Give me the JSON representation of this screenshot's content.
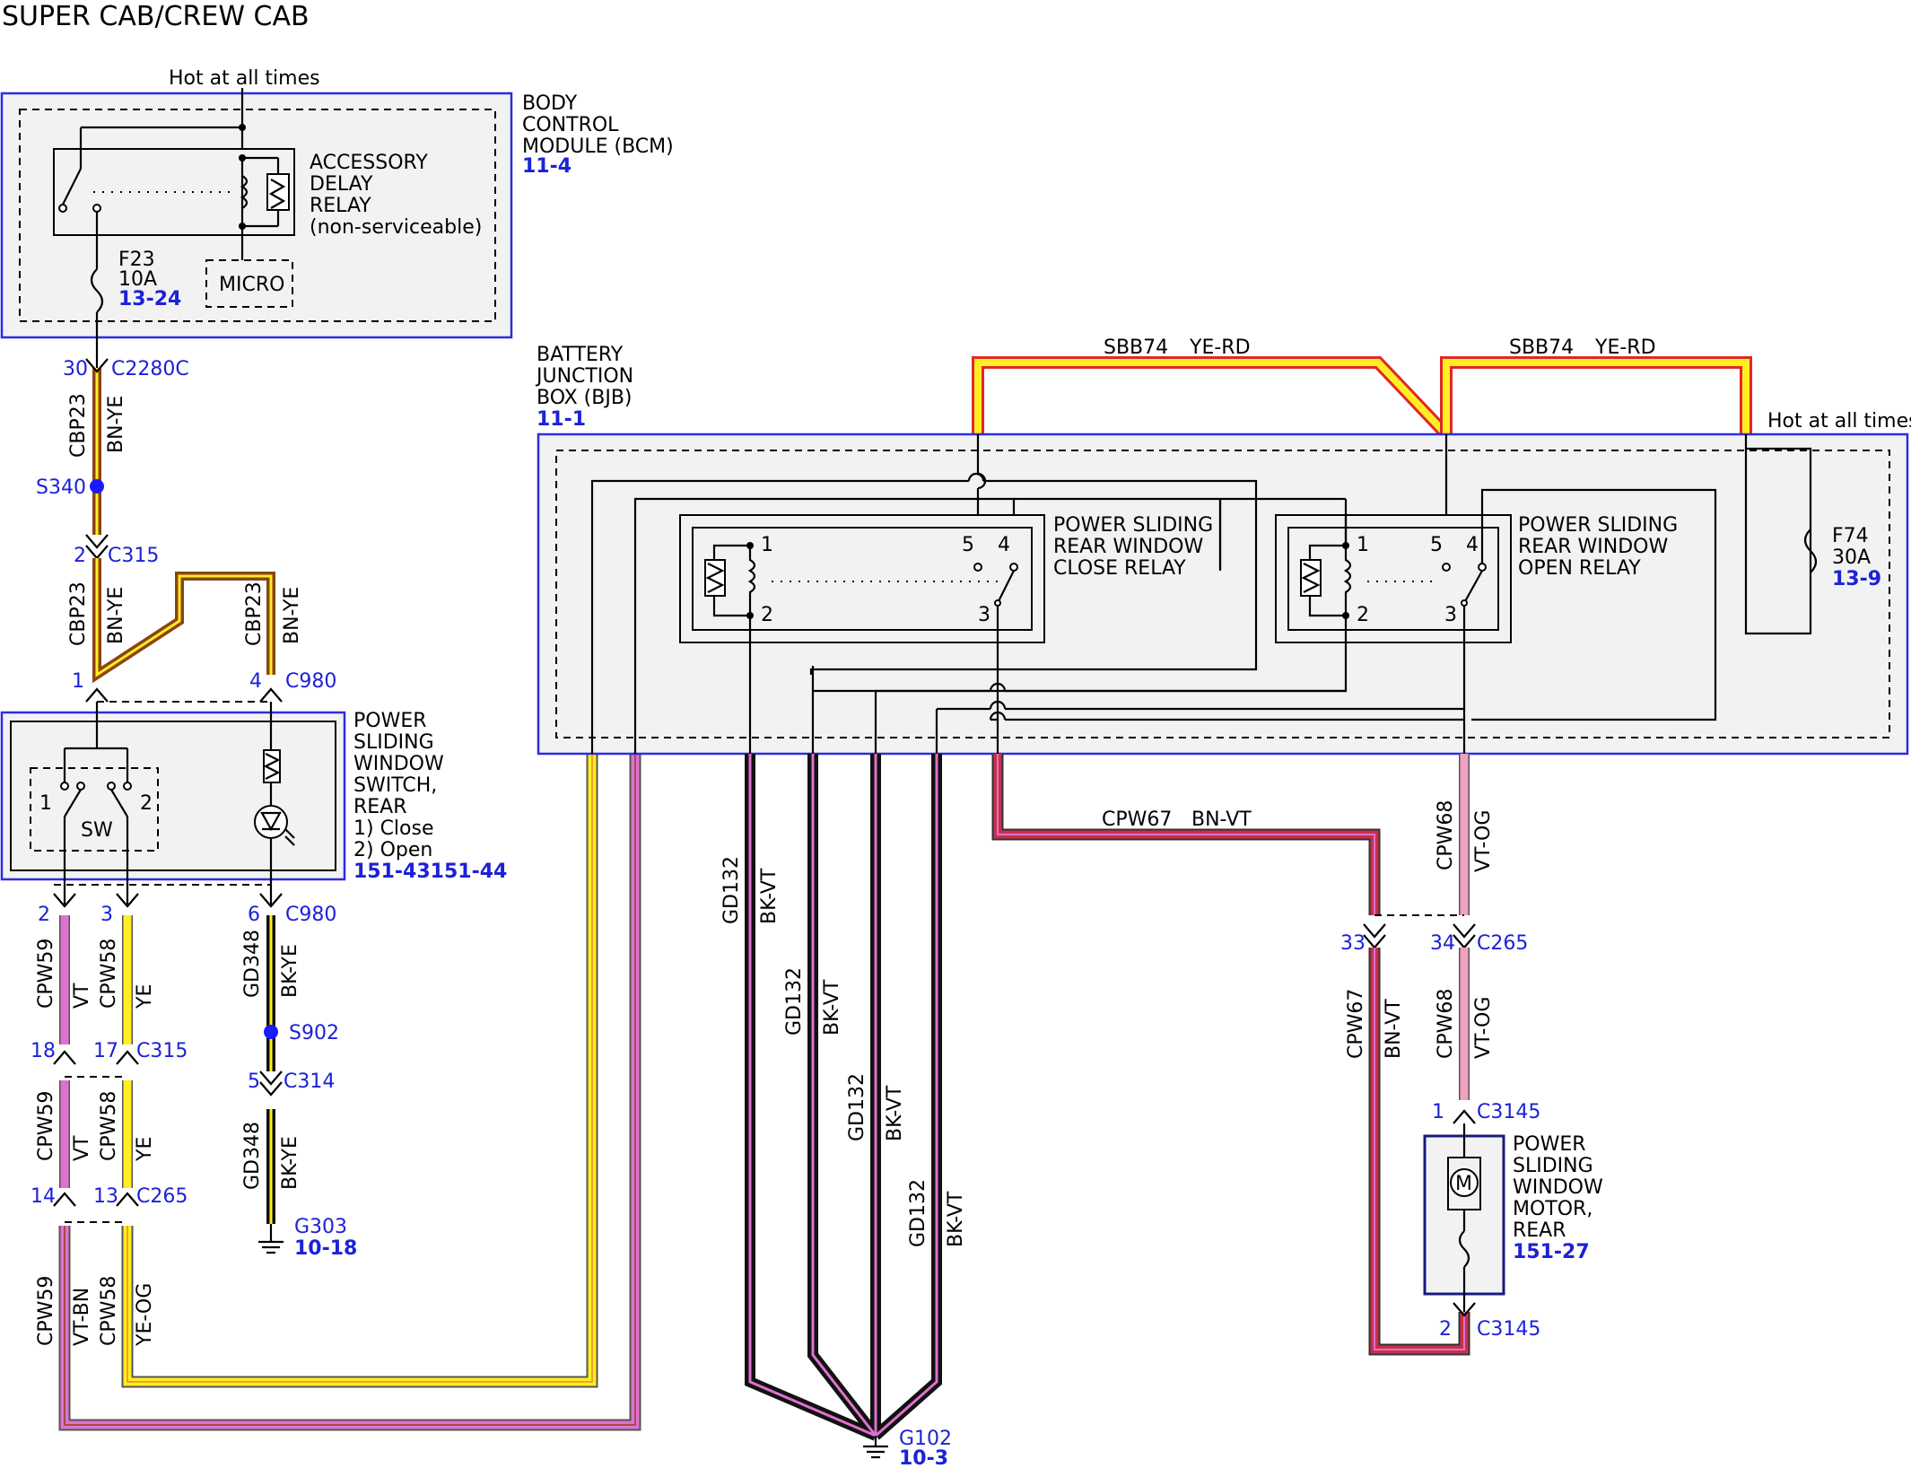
{
  "title": "SUPER CAB/CREW CAB",
  "hot_labels": {
    "bcm": "Hot at all times",
    "bjb": "Hot at all times"
  },
  "bcm": {
    "name_lines": [
      "BODY",
      "CONTROL",
      "MODULE (BCM)"
    ],
    "ref": "11-4",
    "relay_lines": [
      "ACCESSORY",
      "DELAY",
      "RELAY",
      "(non-serviceable)"
    ],
    "fuse": "F23",
    "fuse_rating": "10A",
    "fuse_ref": "13-24",
    "micro": "MICRO"
  },
  "bjb": {
    "name_lines": [
      "BATTERY",
      "JUNCTION",
      "BOX (BJB)"
    ],
    "ref": "11-1",
    "close_relay_lines": [
      "POWER SLIDING",
      "REAR WINDOW",
      "CLOSE RELAY"
    ],
    "open_relay_lines": [
      "POWER SLIDING",
      "REAR WINDOW",
      "OPEN RELAY"
    ],
    "relay_pins": [
      "1",
      "2",
      "3",
      "4",
      "5"
    ],
    "fuse": "F74",
    "fuse_rating": "30A",
    "fuse_ref": "13-9"
  },
  "switch": {
    "name_lines": [
      "POWER",
      "SLIDING",
      "WINDOW",
      "SWITCH,",
      "REAR",
      "1) Close",
      "2) Open"
    ],
    "ref": "151-43151-44",
    "sw_label": "SW",
    "pos1": "1",
    "pos2": "2"
  },
  "motor": {
    "name_lines": [
      "POWER",
      "SLIDING",
      "WINDOW",
      "MOTOR,",
      "REAR"
    ],
    "ref": "151-27",
    "symbol": "M"
  },
  "connectors": {
    "c2280c_pin": "30",
    "c2280c": "C2280C",
    "s340": "S340",
    "c315_top_pin": "2",
    "c315_top": "C315",
    "c980_pin1": "1",
    "c980_pin4": "4",
    "c980_a": "C980",
    "c980_pin2": "2",
    "c980_pin3": "3",
    "c980_pin6": "6",
    "c980_b": "C980",
    "c315_pin18": "18",
    "c315_pin17": "17",
    "c315_b": "C315",
    "s902": "S902",
    "c314_pin": "5",
    "c314": "C314",
    "c265_pin14": "14",
    "c265_pin13": "13",
    "c265_a": "C265",
    "g303": "G303",
    "g303_ref": "10-18",
    "g102": "G102",
    "g102_ref": "10-3",
    "c265_pin33": "33",
    "c265_pin34": "34",
    "c265_b": "C265",
    "c3145_pin1": "1",
    "c3145_a": "C3145",
    "c3145_pin2": "2",
    "c3145_b": "C3145"
  },
  "wires": {
    "cbp23": "CBP23",
    "bn_ye": "BN-YE",
    "sbb74": "SBB74",
    "ye_rd": "YE-RD",
    "cpw59": "CPW59",
    "vt": "VT",
    "cpw58": "CPW58",
    "ye": "YE",
    "gd348": "GD348",
    "bk_ye": "BK-YE",
    "vt_bn": "VT-BN",
    "ye_og": "YE-OG",
    "gd132": "GD132",
    "bk_vt": "BK-VT",
    "cpw67": "CPW67",
    "bn_vt": "BN-VT",
    "cpw68": "CPW68",
    "vt_og": "VT-OG"
  },
  "colors": {
    "module_border": "#2d2de0",
    "link_blue": "#1c22d6",
    "brown": "#8b4513",
    "yellow": "#ffee22",
    "red": "#d42020",
    "violet": "#e070d0",
    "pink": "#f0a0c0",
    "black": "#111111"
  }
}
